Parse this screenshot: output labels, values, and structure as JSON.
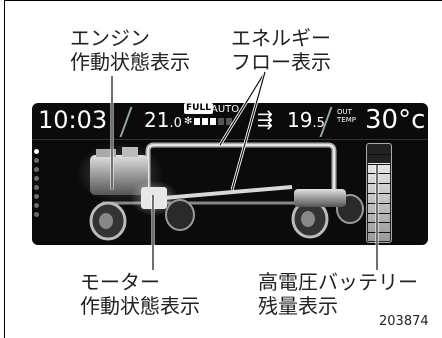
{
  "callouts": {
    "engine_status": "エンジン\n作動状態表示",
    "energy_flow": "エネルギー\nフロー表示",
    "motor_status": "モーター\n作動状態表示",
    "battery_level": "高電圧バッテリー\n残量表示"
  },
  "figure_id": "203874",
  "status_bar": {
    "time": "10:03",
    "temp_left_int": "21",
    "temp_left_dec": ".0",
    "full_label": "FULL",
    "auto_label": "AUTO",
    "fan_level": 3,
    "fan_max": 5,
    "temp_right_int": "19",
    "temp_right_dec": ".5",
    "out_label_1": "OUT",
    "out_label_2": "TEMP",
    "out_temp": "30°c"
  },
  "battery": {
    "level": 0.8,
    "segments": 10
  },
  "mode_indicator": {
    "total": 8,
    "active": 1
  },
  "colors": {
    "screen_bg": "#0b0b0b",
    "glow": "#ffffff",
    "vehicle": "#c8c8c8"
  }
}
